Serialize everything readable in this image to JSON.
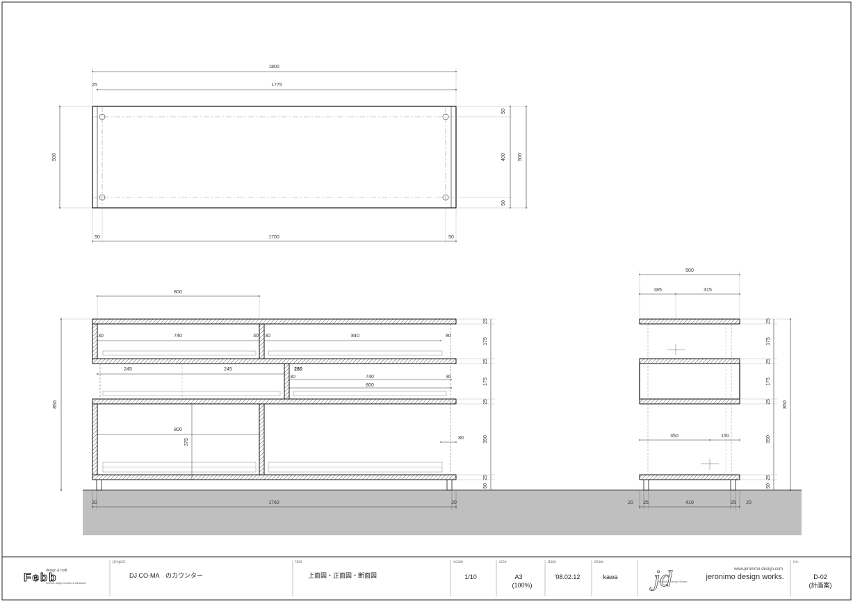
{
  "drawing": {
    "plan": {
      "dims_top": [
        "1800",
        "25",
        "1775"
      ],
      "dims_right": [
        "50",
        "400",
        "50",
        "500"
      ],
      "dim_left": "500",
      "dims_bottom": [
        "50",
        "1700",
        "50"
      ]
    },
    "front": {
      "dim_top": "800",
      "upper_row": [
        "30",
        "740",
        "30",
        "30",
        "840",
        "80"
      ],
      "middle_row": [
        "245",
        "245",
        "280",
        "30",
        "740",
        "30",
        "800"
      ],
      "lower_row": [
        "800",
        "375",
        "80"
      ],
      "right_dims": [
        "25",
        "175",
        "25",
        "175",
        "25",
        "350",
        "25",
        "50"
      ],
      "left_dim": "850",
      "bottom_dims": [
        "20",
        "1760",
        "20"
      ]
    },
    "side": {
      "dims_top": [
        "500",
        "185",
        "315"
      ],
      "inner": [
        "350",
        "150"
      ],
      "right_dims": [
        "25",
        "175",
        "25",
        "175",
        "25",
        "350",
        "50",
        "25"
      ],
      "total": "850",
      "bottom_dims": [
        "20",
        "25",
        "410",
        "25",
        "20"
      ]
    }
  },
  "title_block": {
    "logo_text": "Febb",
    "logo_tagline_top": "design & craft",
    "logo_tagline_bottom": "furniture design creation & fabrication",
    "project_label": "project",
    "project_value": "DJ CO-MA　のカウンター",
    "title_label": "titel",
    "title_value": "上面図・正面図・断面図",
    "scale_label": "scale",
    "scale_value": "1/10",
    "size_label": "size",
    "size_value": "A3",
    "size_sub": "(100%)",
    "date_label": "date",
    "date_value": "'08.02.12",
    "drawn_label": "draw",
    "drawn_value": "kawa",
    "studio_mark": "jd",
    "studio_mark_sub": "Jeronimo Design Works",
    "studio_url": "www.jeronimo-design.com",
    "studio_name": "jeronimo design works.",
    "no_label": "no.",
    "no_value": "D-02",
    "no_sub": "(計画案)"
  }
}
